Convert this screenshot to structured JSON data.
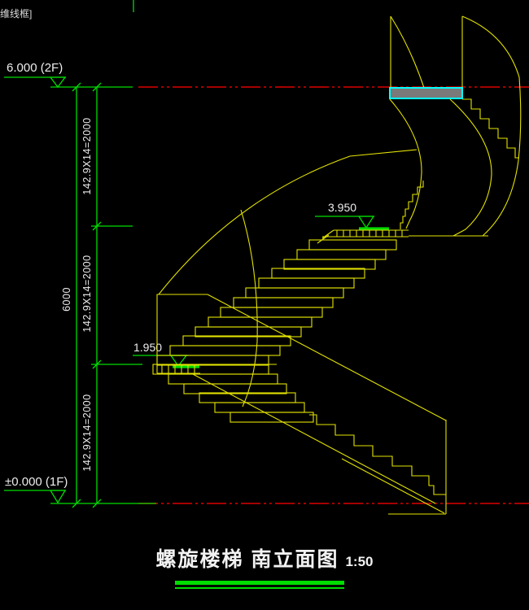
{
  "viewport": {
    "label": "维线框]"
  },
  "levels": {
    "l2f": {
      "label": "6.000 (2F)"
    },
    "l1f": {
      "label": "±0.000 (1F)"
    },
    "m395": {
      "label": "3.950"
    },
    "m195": {
      "label": "1.950"
    }
  },
  "dimensions": {
    "overall": "6000",
    "seg_top": "142.9X14=2000",
    "seg_mid": "142.9X14=2000",
    "seg_bot": "142.9X14=2000"
  },
  "title": {
    "text": "螺旋楼梯 南立面图",
    "scale": "1:50"
  },
  "colors": {
    "background": "#000000",
    "dimension_green": "#00dc00",
    "drawing_yellow": "#e3e300",
    "level_red": "#de0000",
    "highlight_cyan": "#00ffff",
    "slab_gray": "#7a7a7a",
    "text_white": "#ededed"
  }
}
